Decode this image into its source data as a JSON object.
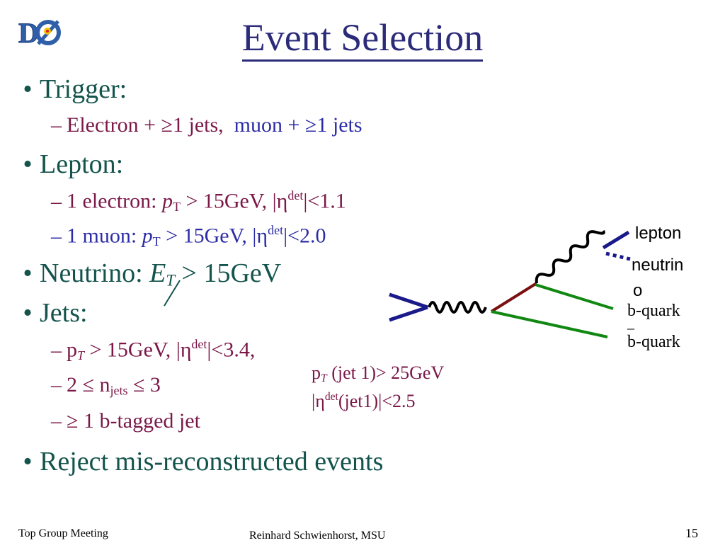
{
  "title": "Event Selection",
  "logo": {
    "icon": "dzero-logo-icon",
    "text": "DØ"
  },
  "bullets": {
    "trigger": {
      "label": "Trigger:",
      "sub": {
        "electron": "Electron + ≥1 jets,",
        "muon": "muon + ≥1 jets"
      }
    },
    "lepton": {
      "label": "Lepton:",
      "electron": {
        "prefix": "1 electron: ",
        "p": "p",
        "T": "T",
        "cut": " > 15GeV, |η",
        "det": "det",
        "eta": "|<1.1"
      },
      "muon": {
        "prefix": "1 muon: ",
        "p": "p",
        "T": "T",
        "cut": " > 15GeV, |η",
        "det": "det",
        "eta": "|<2.0"
      }
    },
    "neutrino": {
      "label": "Neutrino: ",
      "E": "E",
      "T": "T",
      "cut": " > 15GeV"
    },
    "jets": {
      "label": "Jets:",
      "pt": {
        "p": "p",
        "T": "T",
        "cut": " > 15GeV, |η",
        "det": "det",
        "eta": "|<3.4,"
      },
      "njets": {
        "pre": "2 ≤ n",
        "sub": "jets",
        "post": " ≤ 3"
      },
      "btag": "≥ 1 b-tagged jet"
    },
    "reject": "Reject mis-reconstructed events"
  },
  "note": {
    "line1": {
      "p": "p",
      "T": "T",
      "rest": " (jet 1)> 25GeV"
    },
    "line2": {
      "pre": "|η",
      "det": "det",
      "rest": "(jet1)|<2.5"
    }
  },
  "diagram": {
    "lepton": "lepton",
    "neutrino_1": "neutrin",
    "neutrino_2": "o",
    "bquark": "b-quark",
    "bbar_bar": "_",
    "bbar": "b-quark",
    "colors": {
      "wboson": "#000000",
      "lepton": "#1a1a8a",
      "top": "#7a1010",
      "bquark": "#118811",
      "incoming": "#1a1a8a"
    }
  },
  "footer": {
    "left": "Top Group Meeting",
    "center": "Reinhard Schwienhorst, MSU",
    "page": "15"
  }
}
